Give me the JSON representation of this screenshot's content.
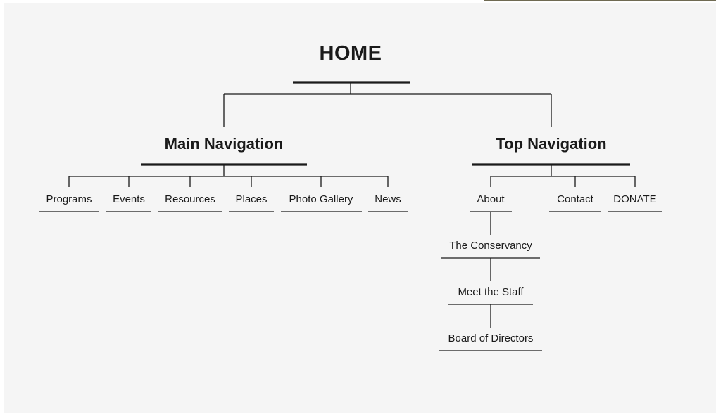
{
  "root": {
    "label": "HOME"
  },
  "main_navigation": {
    "label": "Main Navigation",
    "items": [
      "Programs",
      "Events",
      "Resources",
      "Places",
      "Photo Gallery",
      "News"
    ]
  },
  "top_navigation": {
    "label": "Top Navigation",
    "items": [
      "About",
      "Contact",
      "DONATE"
    ],
    "about_children": [
      "The Conservancy",
      "Meet the Staff",
      "Board of Directors"
    ]
  },
  "colors": {
    "background": "#f5f5f5",
    "line": "#1a1a1a"
  }
}
